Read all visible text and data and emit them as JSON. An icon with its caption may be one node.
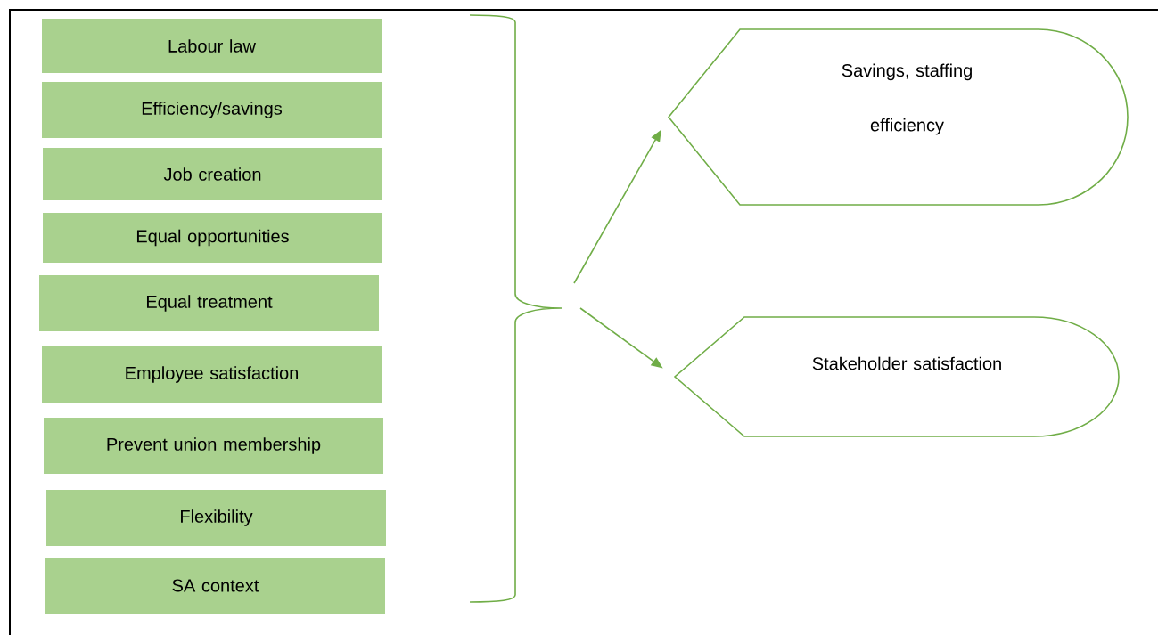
{
  "diagram": {
    "nodes": [
      {
        "text": [
          "Labour law"
        ]
      },
      {
        "text": [
          "Efficiency/savings"
        ]
      },
      {
        "text": [
          "Job creation"
        ]
      },
      {
        "text": [
          "Equal opportunities"
        ]
      },
      {
        "text": [
          "Equal treatment"
        ]
      },
      {
        "text": [
          "Employee satisfaction"
        ]
      },
      {
        "text": [
          "Prevent union membership"
        ]
      },
      {
        "text": [
          "Flexibility"
        ]
      },
      {
        "text": [
          "SA context"
        ]
      },
      {
        "text": [
          "Savings, staffing efficiency"
        ]
      },
      {
        "text": [
          "Stakeholder satisfaction"
        ]
      }
    ],
    "edges": [
      {
        "from": null,
        "to": 9,
        "arrow": "to"
      },
      {
        "from": null,
        "to": 10,
        "arrow": "to"
      }
    ]
  }
}
